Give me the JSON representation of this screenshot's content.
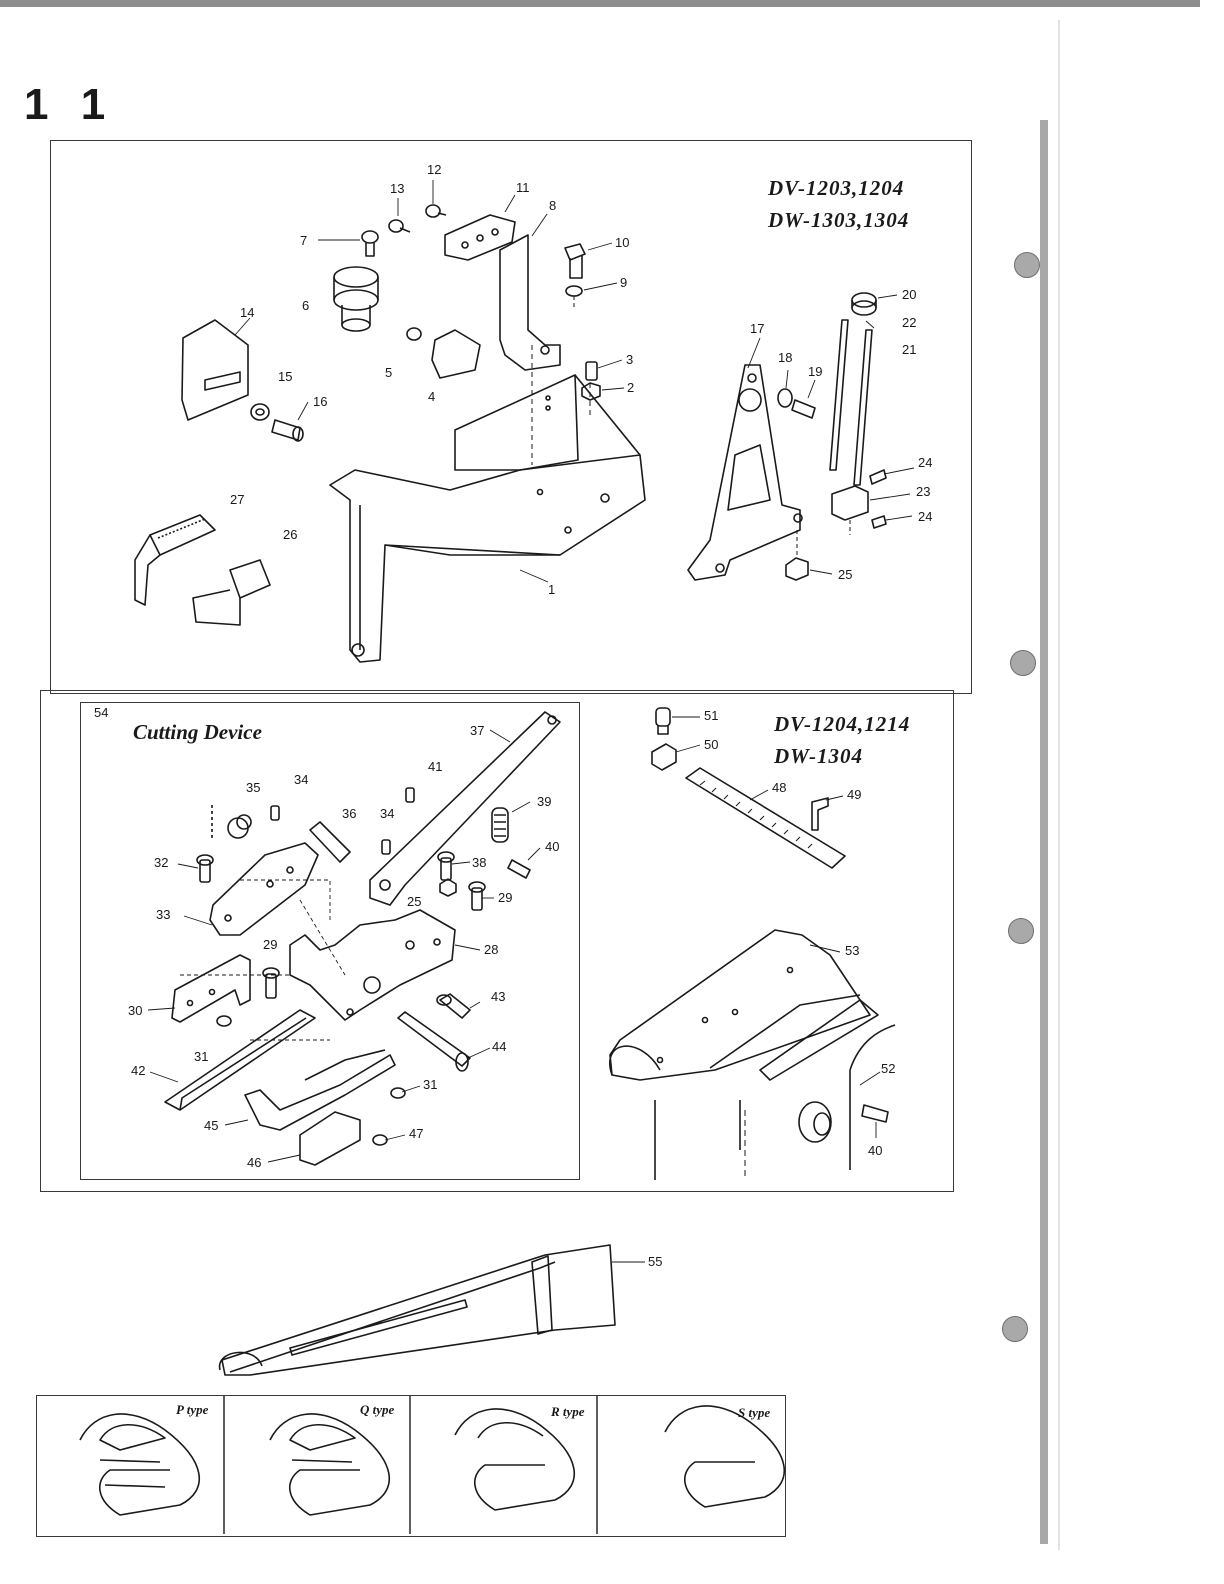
{
  "page_number": "1 1",
  "panel_top": {
    "models": [
      "DV-1203,1204",
      "DW-1303,1304"
    ],
    "callouts": [
      "12",
      "13",
      "11",
      "8",
      "7",
      "10",
      "9",
      "6",
      "14",
      "5",
      "3",
      "4",
      "2",
      "15",
      "16",
      "1",
      "27",
      "26",
      "20",
      "22",
      "17",
      "21",
      "18",
      "19",
      "24",
      "23",
      "24",
      "25"
    ]
  },
  "panel_cutting": {
    "title": "Cutting Device",
    "section_number": "54",
    "callouts": [
      "37",
      "41",
      "35",
      "34",
      "39",
      "36",
      "34",
      "40",
      "32",
      "38",
      "25",
      "29",
      "33",
      "28",
      "29",
      "43",
      "30",
      "44",
      "31",
      "42",
      "31",
      "45",
      "47",
      "46"
    ]
  },
  "panel_ruler": {
    "models": [
      "DV-1204,1214",
      "DW-1304"
    ],
    "callouts": [
      "51",
      "50",
      "48",
      "49",
      "53",
      "52",
      "40"
    ]
  },
  "guide": {
    "callout": "55"
  },
  "types": [
    "P type",
    "Q type",
    "R type",
    "S type"
  ]
}
